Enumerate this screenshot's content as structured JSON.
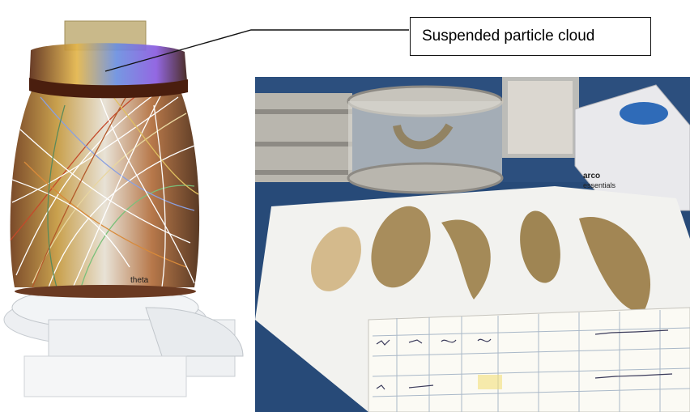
{
  "annotation": {
    "callout_label": "Suspended particle cloud",
    "theta_label": "theta"
  },
  "photo": {
    "box_brand_line1": "arco",
    "box_brand_line2": "essentials"
  },
  "colors": {
    "photo_background_blue": "#274a78",
    "sample_tan": "#a88d5c",
    "sieve_silver": "#b9b6ae",
    "glove_box_white": "#e9e9ec",
    "glove_blue": "#2f6bb8"
  }
}
